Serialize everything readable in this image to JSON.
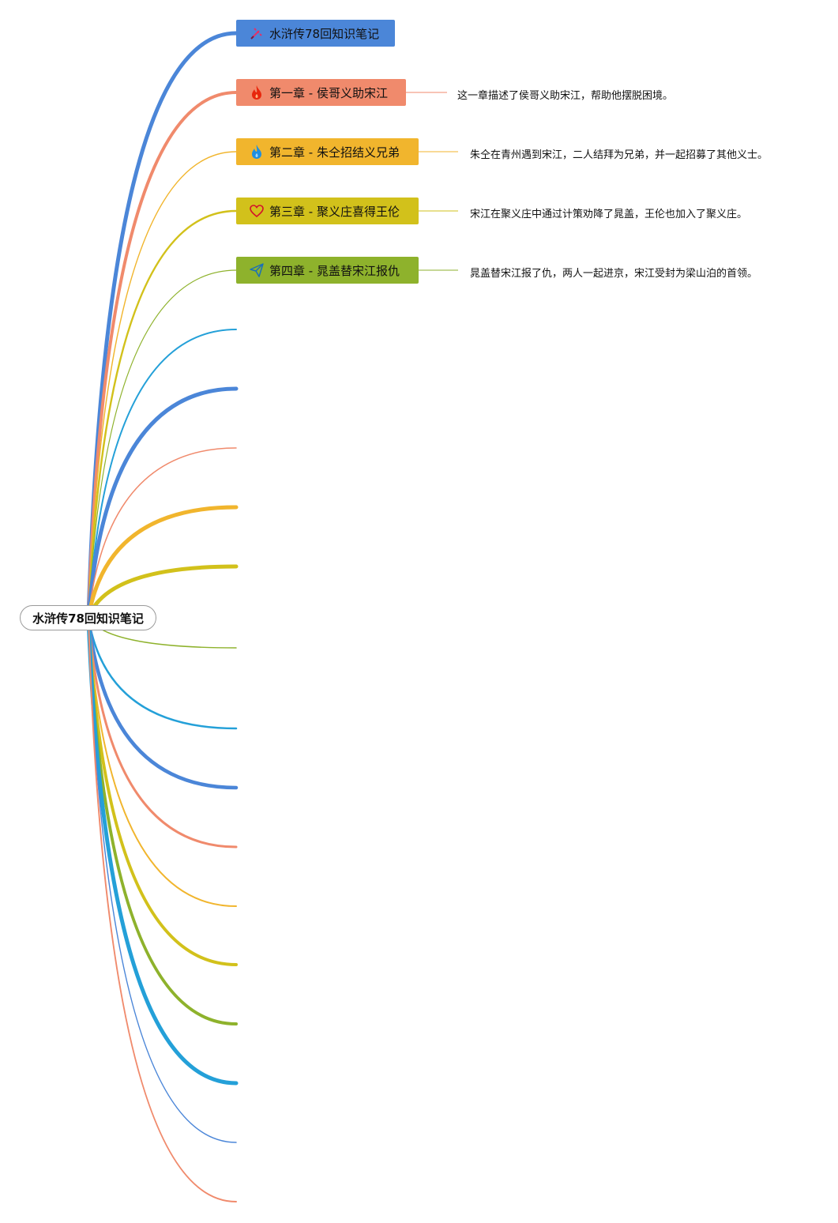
{
  "root": {
    "label": "水浒传78回知识笔记"
  },
  "topics": [
    {
      "label": "水浒传78回知识笔记",
      "icon": "sword-icon",
      "note": ""
    },
    {
      "label": "第一章 - 侯哥义助宋江",
      "icon": "fire-icon",
      "note": "这一章描述了侯哥义助宋江，帮助他摆脱困境。"
    },
    {
      "label": "第二章 - 朱仝招结义兄弟",
      "icon": "flame-icon",
      "note": "朱仝在青州遇到宋江，二人结拜为兄弟，并一起招募了其他义士。"
    },
    {
      "label": "第三章 - 聚义庄喜得王伦",
      "icon": "heart-icon",
      "note": "宋江在聚义庄中通过计策劝降了晁盖，王伦也加入了聚义庄。"
    },
    {
      "label": "第四章 - 晁盖替宋江报仇",
      "icon": "paper-plane-icon",
      "note": "晁盖替宋江报了仇，两人一起进京，宋江受封为梁山泊的首领。"
    }
  ],
  "colors": {
    "blue": "#4b86d8",
    "salmon": "#f08a6c",
    "orange": "#f1b52d",
    "olive": "#d2c11b",
    "green": "#8eb22c",
    "cyan": "#24a0d8"
  }
}
